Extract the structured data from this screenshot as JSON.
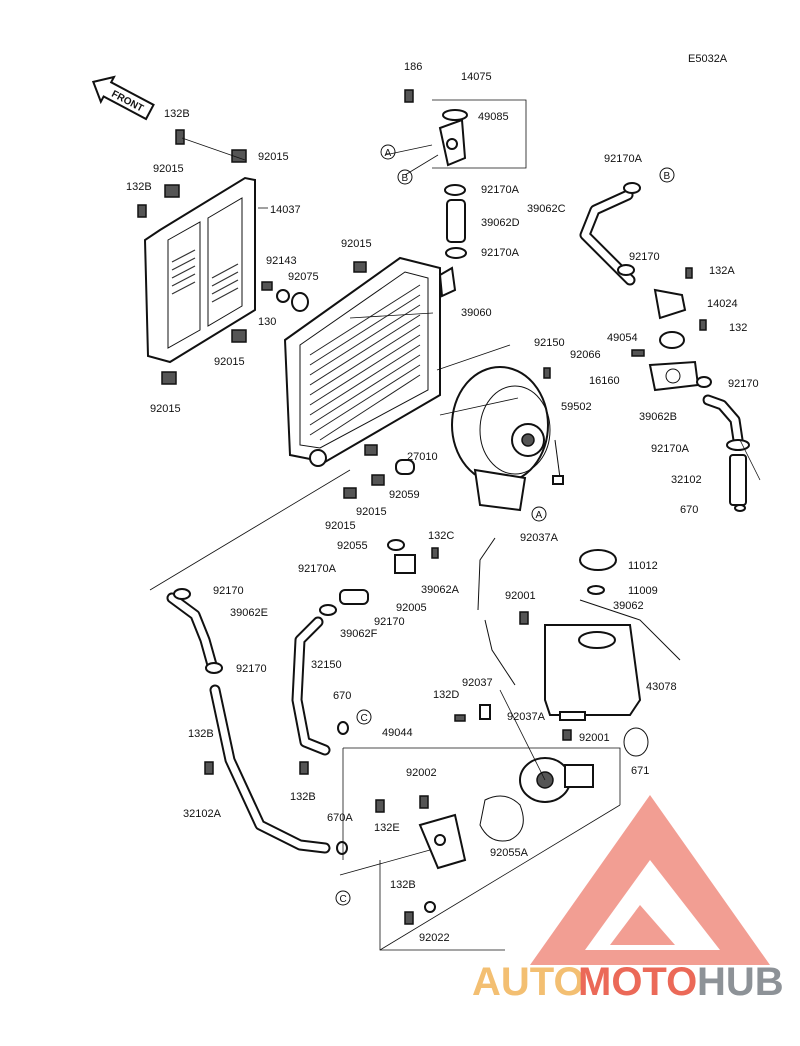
{
  "diagram_code": "E5032A",
  "front_label": "FRONT",
  "callouts": {
    "a": "A",
    "b": "B",
    "c": "C"
  },
  "labels": {
    "p186": "186",
    "p14075": "14075",
    "p49085": "49085",
    "p132B_1": "132B",
    "p92015_1": "92015",
    "p92015_2": "92015",
    "p132B_2": "132B",
    "p14037": "14037",
    "p92143": "92143",
    "p92075": "92075",
    "p130": "130",
    "p92015_3": "92015",
    "p92015_4": "92015",
    "p92015_5": "92015",
    "p92170A_1": "92170A",
    "p39062D": "39062D",
    "p92170A_2": "92170A",
    "p39060": "39060",
    "p92150": "92150",
    "p92066": "92066",
    "p59502": "59502",
    "p27010": "27010",
    "p92059": "92059",
    "p92015_6": "92015",
    "p92015_7": "92015",
    "p92170A_3": "92170A",
    "p39062C": "39062C",
    "p92170_1": "92170",
    "p132A": "132A",
    "p14024": "14024",
    "p49054": "49054",
    "p132": "132",
    "p16160": "16160",
    "p92170_2": "92170",
    "p39062B": "39062B",
    "p92170A_4": "92170A",
    "p32102": "32102",
    "p670_1": "670",
    "p132C": "132C",
    "p92055": "92055",
    "p92037A_1": "92037A",
    "p11012": "11012",
    "p92170_3": "92170",
    "p92170A_5": "92170A",
    "p39062A": "39062A",
    "p11009": "11009",
    "p92001_1": "92001",
    "p39062": "39062",
    "p39062E": "39062E",
    "p92170_4": "92170",
    "p92005": "92005",
    "p39062F": "39062F",
    "p32150": "32150",
    "p92170_5": "92170",
    "p670_2": "670",
    "p92037": "92037",
    "p132D": "132D",
    "p92037A_2": "92037A",
    "p43078": "43078",
    "p132B_3": "132B",
    "p49044": "49044",
    "p92001_2": "92001",
    "p671": "671",
    "p132B_4": "132B",
    "p92002": "92002",
    "p670A": "670A",
    "p132E": "132E",
    "p32102A": "32102A",
    "p92055A": "92055A",
    "p132B_5": "132B",
    "p92022": "92022"
  },
  "watermark": {
    "part1": "AUTO",
    "part2": "MOTO",
    "part3": "HUB",
    "colors": {
      "triangle": "#e8503c",
      "auto": "#f2b45a",
      "hub": "#7a7f86"
    }
  }
}
